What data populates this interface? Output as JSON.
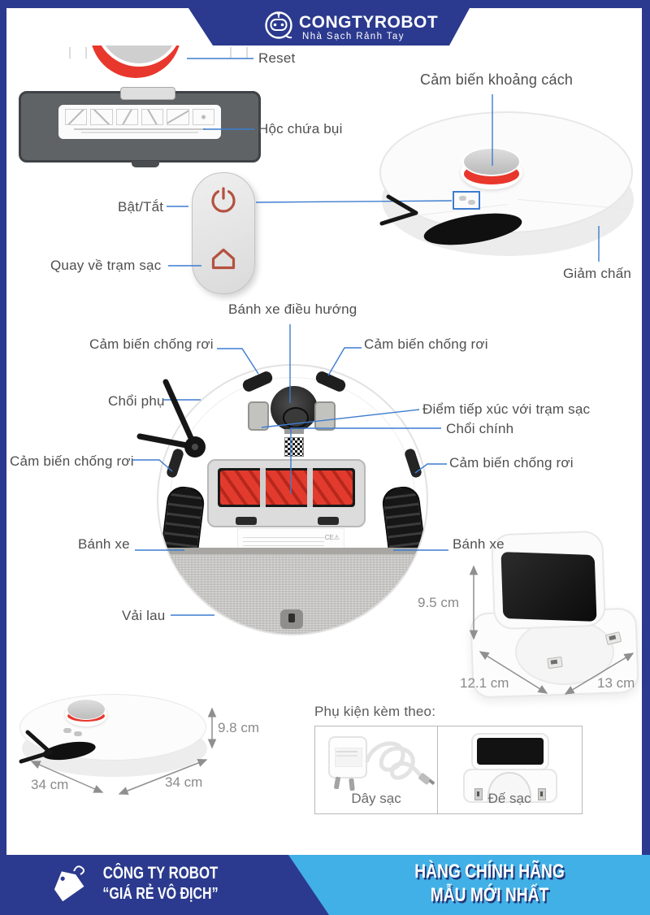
{
  "header": {
    "brand": "CONGTYROBOT",
    "tagline": "Nhà Sạch Rảnh Tay"
  },
  "labels": {
    "reset": "Reset",
    "dust_box": "Hộc chứa bụi",
    "distance_sensor": "Cảm biến khoảng cách",
    "power": "Bật/Tắt",
    "return_dock": "Quay về trạm sạc",
    "bumper": "Giảm chấn",
    "caster": "Bánh xe điều hướng",
    "cliff": "Cảm biến chống rơi",
    "side_brush": "Chổi phụ",
    "dock_contacts": "Điểm tiếp xúc với trạm sạc",
    "main_brush": "Chổi chính",
    "wheel": "Bánh xe",
    "mop": "Vải lau"
  },
  "dimensions": {
    "dock_height": "9.5 cm",
    "dock_depth": "12.1 cm",
    "dock_width": "13 cm",
    "robot_height": "9.8 cm",
    "robot_depth": "34 cm",
    "robot_width": "34 cm"
  },
  "accessories": {
    "title": "Phụ kiện kèm theo:",
    "items": [
      {
        "label": "Dây sạc"
      },
      {
        "label": "Đế sạc"
      }
    ]
  },
  "footer": {
    "left_line1": "CÔNG TY ROBOT",
    "left_line2": "“GIÁ RẺ VÔ ĐỊCH”",
    "right_line1": "HÀNG CHÍNH HÃNG",
    "right_line2": "MẪU MỚI NHẤT"
  },
  "colors": {
    "navy": "#2b3a8e",
    "sky": "#41b0e6",
    "leader": "#3d7cd0",
    "red": "#e8372c"
  }
}
